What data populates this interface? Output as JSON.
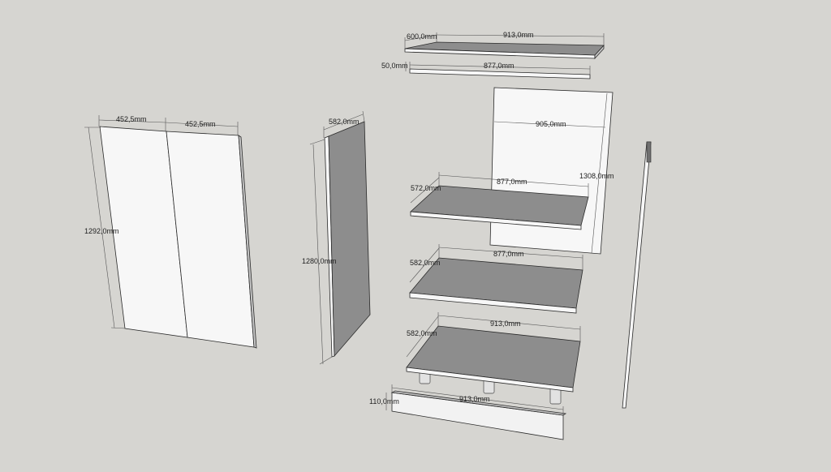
{
  "diagram": {
    "doors": {
      "width_left": "452,5mm",
      "width_right": "452,5mm",
      "height": "1292,0mm"
    },
    "side_panel": {
      "depth": "582,0mm",
      "height": "1280,0mm"
    },
    "top_panel": {
      "depth": "600,0mm",
      "width": "913,0mm"
    },
    "top_rail": {
      "height": "50,0mm",
      "width": "877,0mm"
    },
    "back_panel": {
      "width": "905,0mm",
      "height": "1308,0mm"
    },
    "shelf_upper": {
      "depth": "572,0mm",
      "width": "877,0mm"
    },
    "shelf_middle": {
      "depth": "582,0mm",
      "width": "877,0mm"
    },
    "bottom_panel": {
      "depth": "582,0mm",
      "width": "913,0mm"
    },
    "plinth": {
      "height": "110,0mm",
      "width": "913,0mm"
    }
  }
}
